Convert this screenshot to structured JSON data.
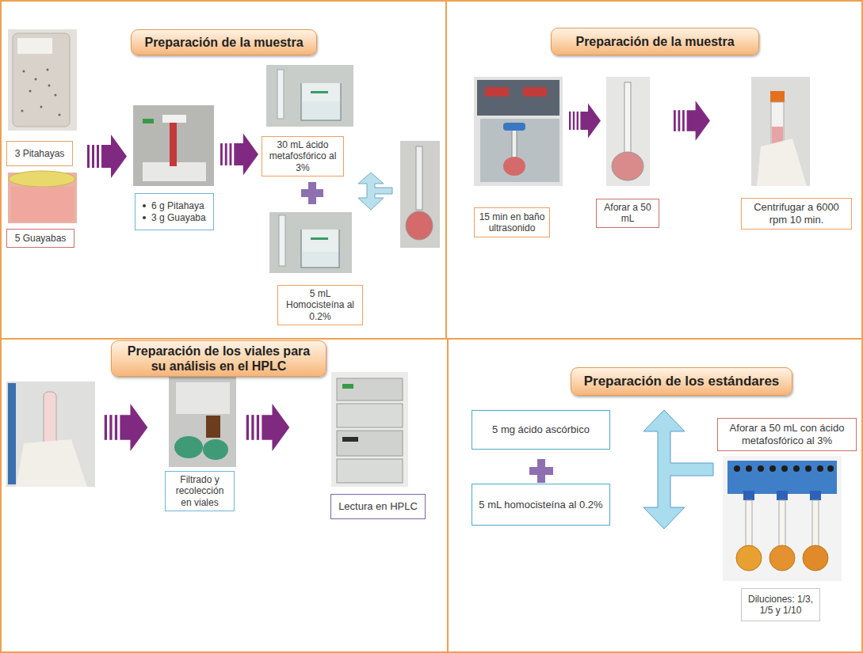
{
  "diagram": {
    "nodes": [
      {
        "text": [
          "Preparación de la muestra"
        ]
      },
      {
        "text": [
          "3 Pitahayas"
        ]
      },
      {
        "text": [
          "5 Guayabas"
        ]
      },
      {
        "text": [
          "6 g Pitahaya",
          "3 g Guayaba"
        ]
      },
      {
        "text": [
          "30 mL ácido metafosfórico al 3%"
        ]
      },
      {
        "text": [
          "5 mL Homocisteína al 0.2%"
        ]
      },
      {
        "text": [
          "Preparación de la muestra"
        ]
      },
      {
        "text": [
          "15 min en baño ultrasonido"
        ]
      },
      {
        "text": [
          "Aforar a 50 mL"
        ]
      },
      {
        "text": [
          "Centrifugar a 6000 rpm 10 min."
        ]
      },
      {
        "text": [
          "Preparación de los viales para su análisis en el HPLC"
        ]
      },
      {
        "text": [
          "Filtrado y recolección en viales"
        ]
      },
      {
        "text": [
          "Lectura en HPLC"
        ]
      },
      {
        "text": [
          "Preparación de los estándares"
        ]
      },
      {
        "text": [
          "5 mg ácido ascórbico"
        ]
      },
      {
        "text": [
          "5 mL homocisteína al 0.2%"
        ]
      },
      {
        "text": [
          "Aforar a 50 mL con ácido metafosfórico al 3%"
        ]
      },
      {
        "text": [
          "Diluciones: 1/3, 1/5 y 1/10"
        ]
      }
    ]
  }
}
